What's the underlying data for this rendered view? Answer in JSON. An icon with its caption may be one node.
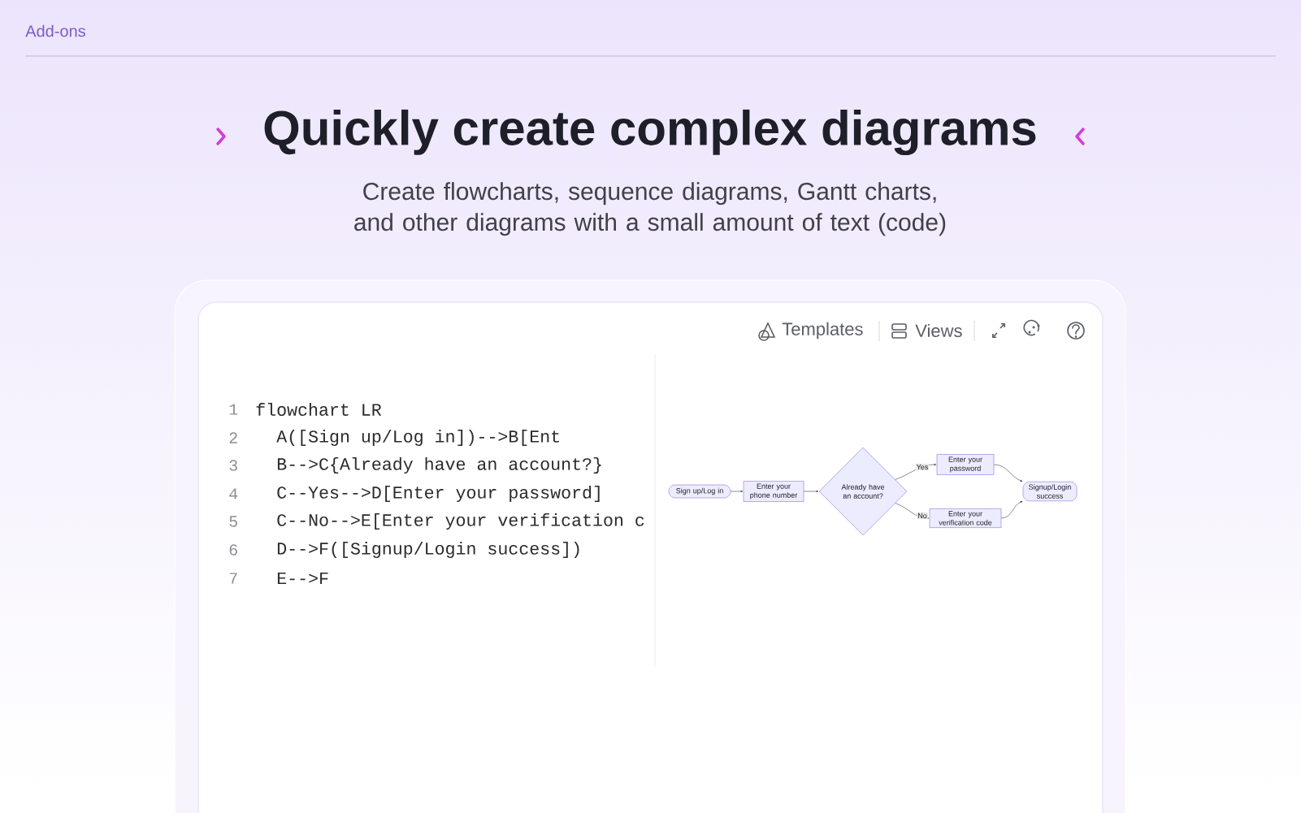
{
  "diagram": {
    "title": "Quickly create complex diagrams",
    "caption": "Create flowcharts, sequence diagrams, Gantt charts, and other diagrams with a small amount of text (code)",
    "nodes": [
      {
        "text": [
          "Sign up/Log in"
        ]
      },
      {
        "text": [
          "Enter your phone number"
        ]
      },
      {
        "text": [
          "Already have an account?"
        ]
      },
      {
        "text": [
          "Enter your password"
        ]
      },
      {
        "text": [
          "Enter your verification code"
        ]
      },
      {
        "text": [
          "Signup/Login success"
        ]
      }
    ],
    "edges": [
      {
        "from": 0,
        "to": 1,
        "arrow": "to"
      },
      {
        "from": 1,
        "to": 2,
        "arrow": "to"
      },
      {
        "from": 2,
        "to": 3,
        "arrow": "to",
        "label": "Yes"
      },
      {
        "from": 2,
        "to": 4,
        "arrow": "to",
        "label": "No"
      },
      {
        "from": 3,
        "to": 5,
        "arrow": "to"
      },
      {
        "from": 4,
        "to": 5,
        "arrow": "to"
      }
    ],
    "labels": [
      "Add-ons",
      "Templates",
      "Views",
      "1",
      "flowchart LR",
      "2",
      "A([Sign up/Log in])-->B[Ent",
      "3",
      "B-->C{Already have an account?}",
      "4",
      "C--Yes-->D[Enter your password]",
      "5",
      "C--No-->E[Enter your verification c",
      "6",
      "D-->F([Signup/Login success])",
      "7",
      "E-->F"
    ]
  }
}
